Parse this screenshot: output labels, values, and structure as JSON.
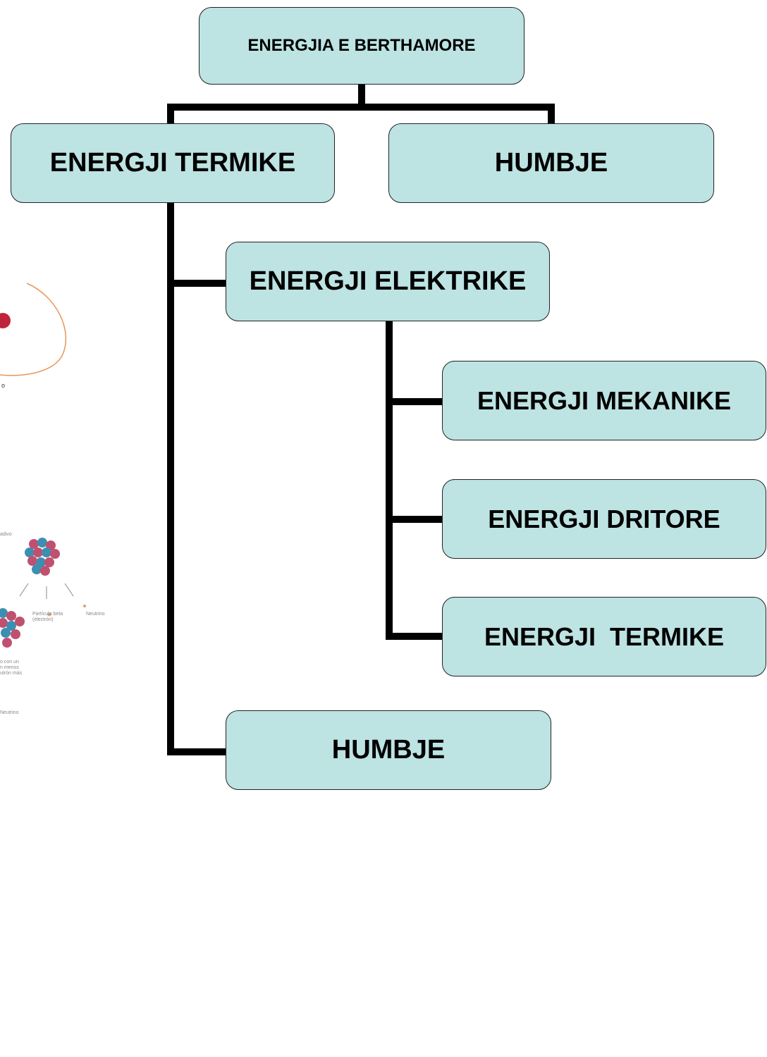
{
  "diagram": {
    "nodes": {
      "root": "ENERGJIA E BERTHAMORE",
      "termike": "ENERGJI TERMIKE",
      "humbje_top": "HUMBJE",
      "elektrike": "ENERGJI ELEKTRIKE",
      "mekanike": "ENERGJI MEKANIKE",
      "dritore": "ENERGJI DRITORE",
      "termike_2": "ENERGJI  TERMIKE",
      "humbje_bottom": "HUMBJE"
    },
    "colors": {
      "node_fill": "#bde3e3",
      "node_border": "#222222",
      "connector": "#000000",
      "orbit": "#e8965a",
      "particle_red": "#c0243a"
    }
  },
  "background_art": {
    "label_o": "o",
    "label_top": "adivo",
    "label_beta": "Partícula beta\n(electrón)",
    "label_neutrino": "Neutrino",
    "label_result": "o con un\nn menos\nutrón más",
    "label_bottom": "Neutrino"
  }
}
